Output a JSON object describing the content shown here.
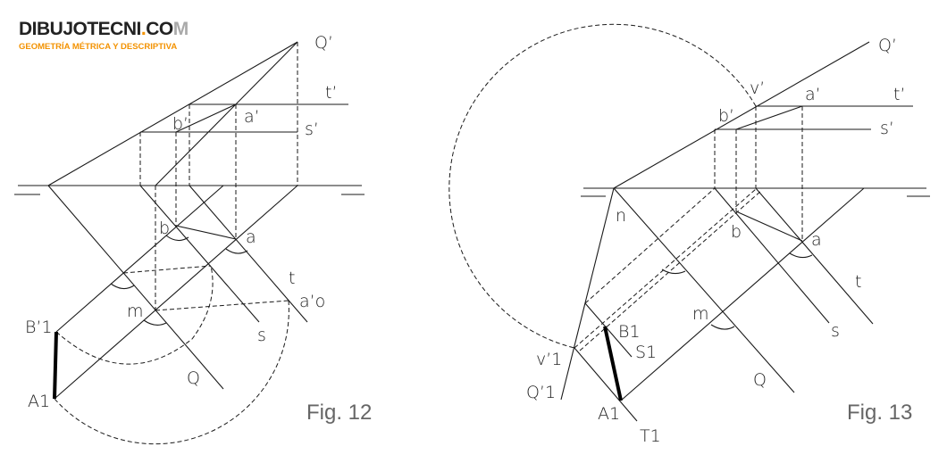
{
  "logo": {
    "main": "DIBUJOTECNI",
    "dot": ".",
    "co": "CO",
    "m": "M",
    "subtitle": "GEOMETRÍA MÉTRICA Y DESCRIPTIVA",
    "accent": "#f39200"
  },
  "fig12": {
    "caption": "Fig. 12",
    "labels": {
      "Qp": "Q’",
      "tp": "t’",
      "bp": "b’",
      "ap": "a’",
      "sp": "s’",
      "b": "b",
      "a": "a",
      "t": "t",
      "ao": "a’o",
      "m": "m",
      "s": "s",
      "B1": "B’1",
      "Q": "Q",
      "A1": "A1"
    }
  },
  "fig13": {
    "caption": "Fig. 13",
    "labels": {
      "Qp": "Q’",
      "vp": "v’",
      "ap": "a’",
      "tp": "t’",
      "bp": "b’",
      "sp": "s’",
      "n": "n",
      "b": "b",
      "a": "a",
      "t": "t",
      "m": "m",
      "s": "s",
      "B1": "B1",
      "S1": "S1",
      "v1": "v’1",
      "Q1": "Q’1",
      "Q": "Q",
      "A1": "A1",
      "T1": "T1"
    }
  }
}
